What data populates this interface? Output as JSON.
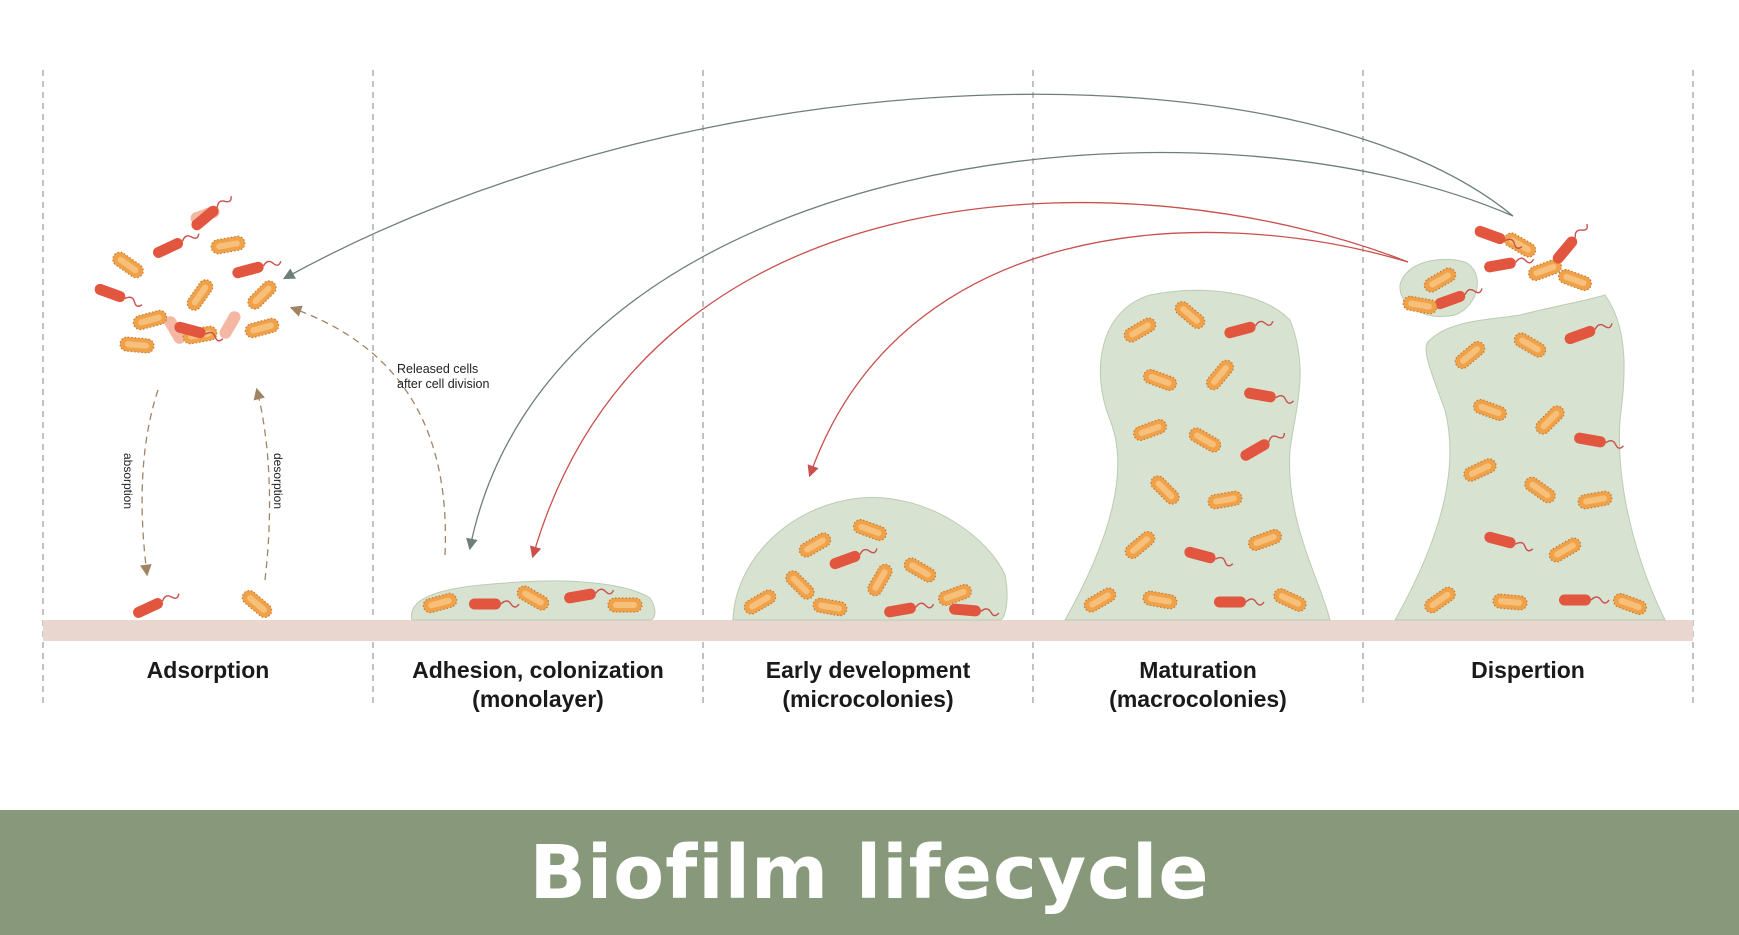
{
  "title": "Biofilm lifecycle",
  "stages": [
    {
      "line1": "Adsorption",
      "line2": ""
    },
    {
      "line1": "Adhesion, colonization",
      "line2": "(monolayer)"
    },
    {
      "line1": "Early development",
      "line2": "(microcolonies)"
    },
    {
      "line1": "Maturation",
      "line2": "(macrocolonies)"
    },
    {
      "line1": "Dispertion",
      "line2": ""
    }
  ],
  "annotations": {
    "released_line1": "Released cells",
    "released_line2": "after cell division",
    "absorption": "absorption",
    "desorption": "desorption"
  },
  "colors": {
    "banner": "#87997a",
    "surface": "#e8d6cf",
    "matrix": "#d7e2d0",
    "rod_orange": "#f0a24a",
    "rod_red": "#e2553f",
    "arrow_gray": "#6e7f7a",
    "arrow_red": "#c9504c",
    "arrow_dashed": "#a08464"
  }
}
